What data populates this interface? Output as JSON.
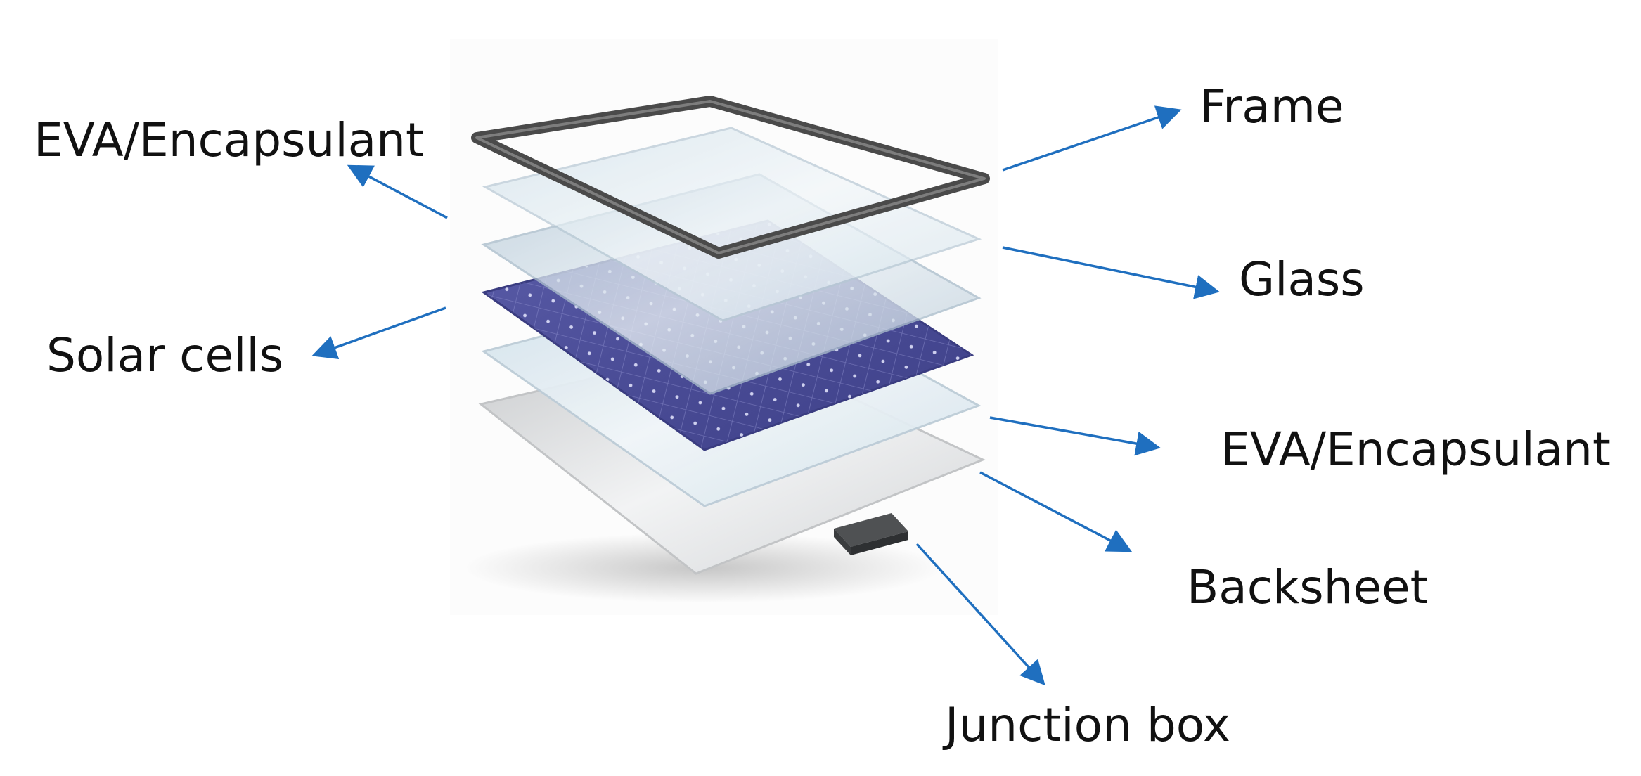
{
  "labels": {
    "eva_top": "EVA/Encapsulant",
    "solar_cells": "Solar cells",
    "frame": "Frame",
    "glass": "Glass",
    "eva_bottom": "EVA/Encapsulant",
    "backsheet": "Backsheet",
    "junction_box": "Junction box"
  },
  "colors": {
    "arrow": "#1f6fbf",
    "text": "#111111",
    "frame": "#4a4a4a",
    "cells": "#4d4f9a",
    "glass": "#c9d8e4",
    "backsheet": "#e2e4e6"
  }
}
